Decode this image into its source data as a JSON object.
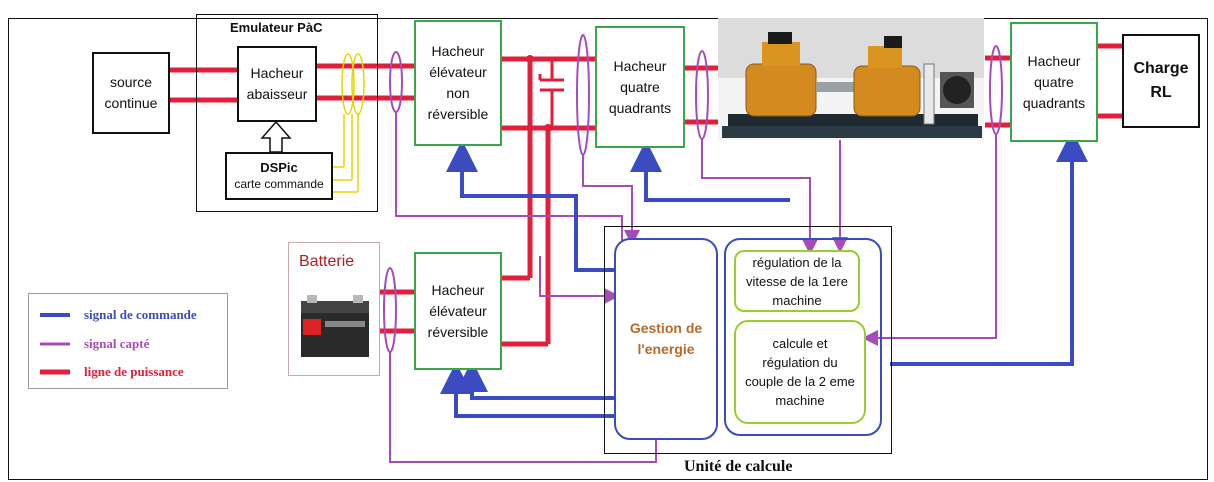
{
  "emulateur": {
    "title": "Emulateur PàC"
  },
  "blocks": {
    "source": "source continue",
    "hacheur_abaisseur": "Hacheur abaisseur",
    "dspic_title": "DSPic",
    "dspic_sub": "carte commande",
    "hacheur_elev_nonrev": "Hacheur élévateur non réversible",
    "hacheur_quatre_1": "Hacheur quatre quadrants",
    "hacheur_quatre_2": "Hacheur quatre quadrants",
    "charge": "Charge RL",
    "batterie": "Batterie",
    "hacheur_elev_rev": "Hacheur élévateur réversible",
    "gestion": "Gestion de l'energie",
    "regulation_vitesse": "régulation de la vitesse de la 1ere machine",
    "regulation_couple": "calcule et régulation du couple de la 2 eme machine"
  },
  "unite": {
    "title": "Unité de calcule"
  },
  "legend": {
    "items": [
      {
        "label": "signal de commande",
        "color": "#3b4cc0"
      },
      {
        "label": "signal capté",
        "color": "#a64cb8"
      },
      {
        "label": "ligne de puissance",
        "color": "#e0203a"
      }
    ]
  },
  "colors": {
    "commande": "#3b4cc0",
    "capte": "#a64cb8",
    "puissance": "#e0203a",
    "block_border": "#3aa54a",
    "regulation_border": "#9acd32",
    "gestion_text": "#b86a2a",
    "dspic_wire": "#e8d400"
  }
}
